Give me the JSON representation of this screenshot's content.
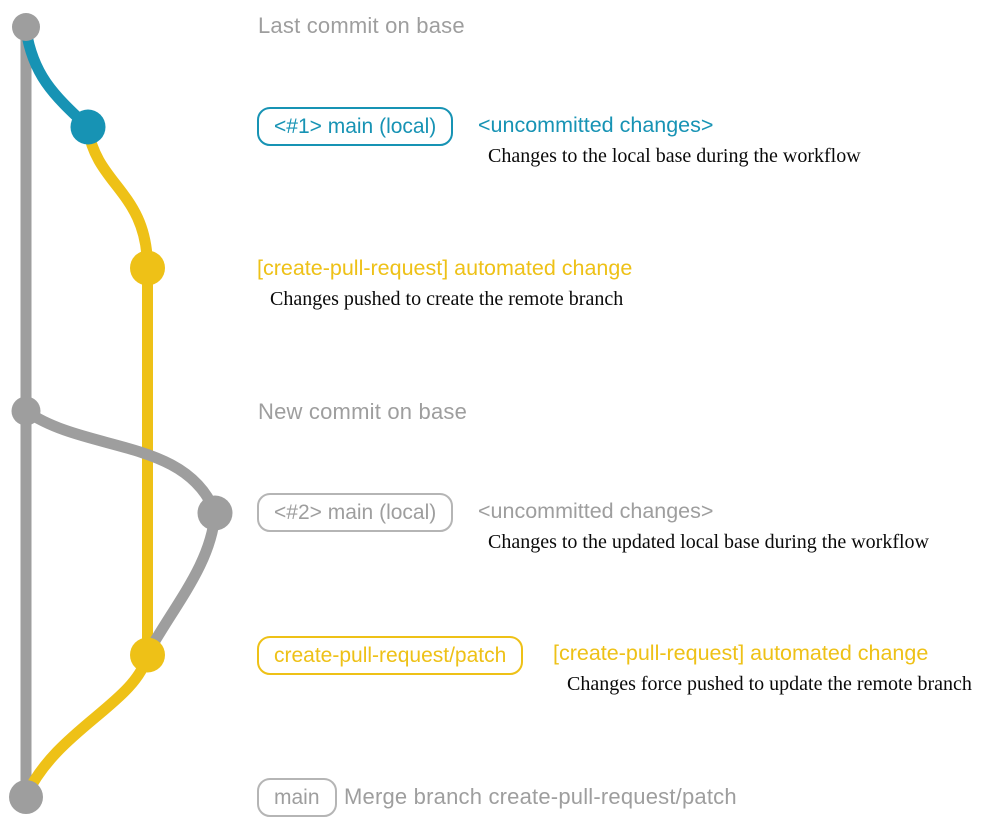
{
  "colors": {
    "base_gray": "#9e9e9e",
    "local_teal": "#1793b4",
    "remote_yellow": "#eec117",
    "note_black": "#0a0a0a"
  },
  "diagram": {
    "title_top": "Last commit on base",
    "title_mid": "New commit on base",
    "branch1": {
      "badge": "<#1> main (local)",
      "heading": "<uncommitted changes>",
      "note": "Changes to the local base during the workflow"
    },
    "push1": {
      "heading": "[create-pull-request] automated change",
      "note": "Changes pushed to create the remote branch"
    },
    "branch2": {
      "badge": "<#2> main (local)",
      "heading": "<uncommitted changes>",
      "note": "Changes to the updated local base during the workflow"
    },
    "push2": {
      "badge": "create-pull-request/patch",
      "heading": "[create-pull-request] automated change",
      "note": "Changes force pushed to update the remote branch"
    },
    "merge": {
      "badge": "main",
      "label": "Merge branch create-pull-request/patch"
    }
  }
}
